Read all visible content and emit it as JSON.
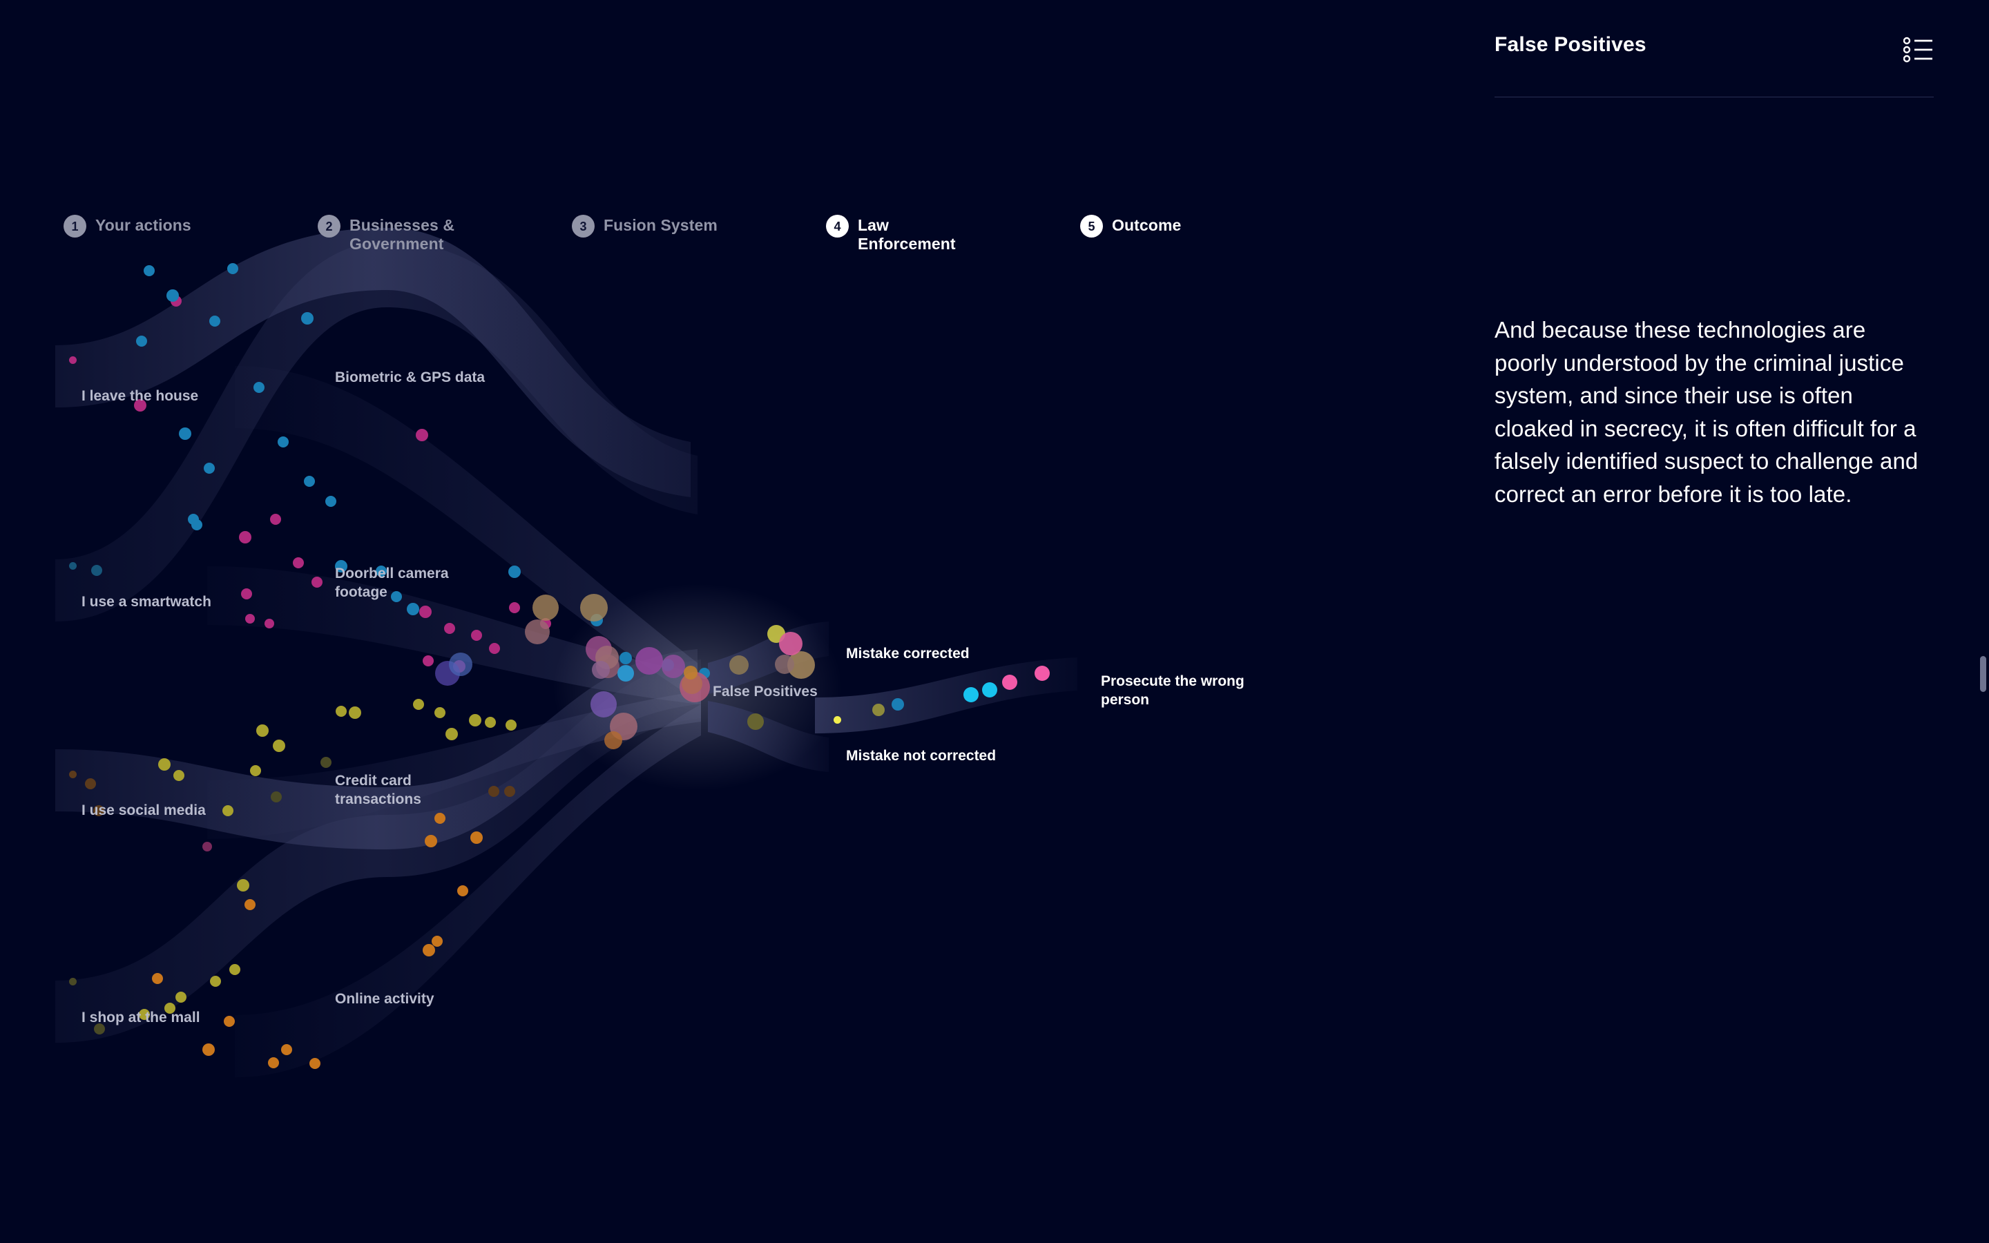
{
  "background_color": "#000522",
  "steps": [
    {
      "number": "1",
      "label": "Your actions",
      "active": false
    },
    {
      "number": "2",
      "label": "Businesses &\nGovernment",
      "active": false
    },
    {
      "number": "3",
      "label": "Fusion System",
      "active": false
    },
    {
      "number": "4",
      "label": "Law\nEnforcement",
      "active": true
    },
    {
      "number": "5",
      "label": "Outcome",
      "active": true
    }
  ],
  "flow_labels": {
    "actions": [
      {
        "text": "I leave the house",
        "dot": "#b02a7e"
      },
      {
        "text": "I use a smartwatch",
        "dot": "#17567a"
      },
      {
        "text": "I use social media",
        "dot": "#5c3b1c"
      },
      {
        "text": "I shop at the mall",
        "dot": "#4a4a26"
      }
    ],
    "sources": [
      {
        "text": "Biometric & GPS data"
      },
      {
        "text": "Doorbell camera\nfootage"
      },
      {
        "text": "Credit card\ntransactions"
      },
      {
        "text": "Online activity"
      }
    ],
    "fusion": [
      {
        "text": "False Positives"
      }
    ],
    "enforcement": [
      {
        "text": "Mistake corrected",
        "dot": ""
      },
      {
        "text": "Mistake not corrected",
        "dot": "#f2ef4e"
      }
    ],
    "outcome": [
      {
        "text": "Prosecute the wrong\nperson"
      }
    ]
  },
  "sidebar": {
    "title": "False Positives",
    "menu_icon": "list-icon",
    "body": "And because these technologies are poorly understood by the criminal justice system, and since their use is often cloaked in secrecy, it is often difficult for a falsely identified suspect to challenge and correct an error before it is too late."
  },
  "palette": {
    "magenta": "#b02a7e",
    "blue": "#1a7fb5",
    "olive": "#a8a12e",
    "orange": "#c9761c",
    "cyan_bright": "#18c3ef",
    "pink_bright": "#f25aa8",
    "yellow_bright": "#f2ef4e",
    "ribbon": "#2a2f52",
    "step_inactive": "#9295a8",
    "step_active": "#ffffff"
  },
  "chart_data": {
    "type": "sankey",
    "title": "False Positives — data flow from personal actions to legal outcome",
    "stages": [
      "Your actions",
      "Businesses & Government",
      "Fusion System",
      "Law Enforcement",
      "Outcome"
    ],
    "nodes": [
      {
        "id": "leave_house",
        "stage": 0,
        "label": "I leave the house",
        "color": "#b02a7e",
        "x": 0.02,
        "y": 0.165
      },
      {
        "id": "smartwatch",
        "stage": 0,
        "label": "I use a smartwatch",
        "color": "#1a7fb5",
        "x": 0.02,
        "y": 0.265
      },
      {
        "id": "social_media",
        "stage": 0,
        "label": "I use social media",
        "color": "#a8a12e",
        "x": 0.02,
        "y": 0.355
      },
      {
        "id": "shop_mall",
        "stage": 0,
        "label": "I shop at the mall",
        "color": "#c9761c",
        "x": 0.02,
        "y": 0.445
      },
      {
        "id": "biometric_gps",
        "stage": 1,
        "label": "Biometric & GPS data",
        "color": "#1a7fb5",
        "x": 0.155,
        "y": 0.165
      },
      {
        "id": "doorbell",
        "stage": 1,
        "label": "Doorbell camera footage",
        "color": "#b02a7e",
        "x": 0.155,
        "y": 0.258
      },
      {
        "id": "credit_card",
        "stage": 1,
        "label": "Credit card transactions",
        "color": "#a8a12e",
        "x": 0.155,
        "y": 0.35
      },
      {
        "id": "online_activity",
        "stage": 1,
        "label": "Online activity",
        "color": "#c9761c",
        "x": 0.155,
        "y": 0.445
      },
      {
        "id": "false_positives",
        "stage": 2,
        "label": "False Positives",
        "color": "#9295a8",
        "x": 0.345,
        "y": 0.305
      },
      {
        "id": "mistake_corrected",
        "stage": 3,
        "label": "Mistake corrected",
        "color": "#d8b24a",
        "x": 0.405,
        "y": 0.287
      },
      {
        "id": "mistake_not_corrected",
        "stage": 3,
        "label": "Mistake not corrected",
        "color": "#f2ef4e",
        "x": 0.405,
        "y": 0.324
      },
      {
        "id": "prosecute_wrong",
        "stage": 4,
        "label": "Prosecute the wrong person",
        "color": "#f25aa8",
        "x": 0.535,
        "y": 0.305
      }
    ],
    "links": [
      {
        "source": "leave_house",
        "target": "biometric_gps",
        "color": "#1a7fb5"
      },
      {
        "source": "leave_house",
        "target": "doorbell",
        "color": "#b02a7e"
      },
      {
        "source": "smartwatch",
        "target": "biometric_gps",
        "color": "#1a7fb5"
      },
      {
        "source": "smartwatch",
        "target": "doorbell",
        "color": "#b02a7e"
      },
      {
        "source": "social_media",
        "target": "credit_card",
        "color": "#a8a12e"
      },
      {
        "source": "social_media",
        "target": "online_activity",
        "color": "#c9761c"
      },
      {
        "source": "shop_mall",
        "target": "credit_card",
        "color": "#a8a12e"
      },
      {
        "source": "shop_mall",
        "target": "online_activity",
        "color": "#c9761c"
      },
      {
        "source": "biometric_gps",
        "target": "false_positives",
        "color": "#1a7fb5"
      },
      {
        "source": "doorbell",
        "target": "false_positives",
        "color": "#b02a7e"
      },
      {
        "source": "credit_card",
        "target": "false_positives",
        "color": "#a8a12e"
      },
      {
        "source": "online_activity",
        "target": "false_positives",
        "color": "#c9761c"
      },
      {
        "source": "false_positives",
        "target": "mistake_corrected",
        "color": "#d8b24a"
      },
      {
        "source": "false_positives",
        "target": "mistake_not_corrected",
        "color": "#f2ef4e"
      },
      {
        "source": "mistake_not_corrected",
        "target": "prosecute_wrong",
        "color": "#f25aa8"
      }
    ],
    "legend": [
      {
        "label": "Mistake corrected",
        "color": "#d8b24a"
      },
      {
        "label": "Mistake not corrected",
        "color": "#f2ef4e"
      }
    ]
  }
}
